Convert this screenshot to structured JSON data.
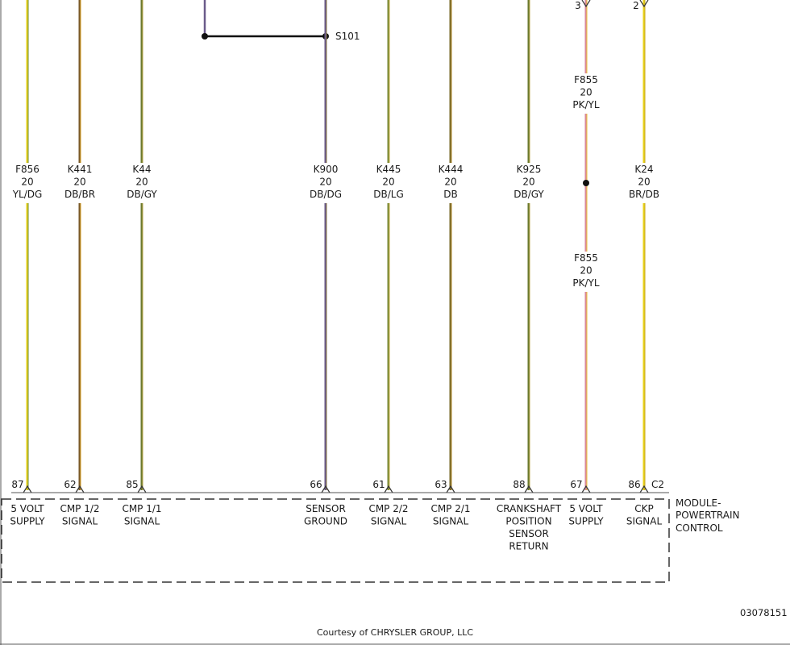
{
  "splice": {
    "label": "S101"
  },
  "wires": [
    {
      "id": "F856",
      "gauge": "20",
      "color_code": "YL/DG",
      "base": "#e8d21a",
      "stripe": "#6b8c3a",
      "pin": "87",
      "func": [
        "5 VOLT",
        "SUPPLY"
      ]
    },
    {
      "id": "K441",
      "gauge": "20",
      "color_code": "DB/BR",
      "base": "#7a5a2a",
      "stripe": "#d9a020",
      "pin": "62",
      "func": [
        "CMP 1/2",
        "SIGNAL"
      ]
    },
    {
      "id": "K44",
      "gauge": "20",
      "color_code": "DB/GY",
      "base": "#6b7a2e",
      "stripe": "#b7a64a",
      "pin": "85",
      "func": [
        "CMP 1/1",
        "SIGNAL"
      ]
    },
    {
      "id": "K900",
      "gauge": "20",
      "color_code": "DB/DG",
      "base": "#6a5a8a",
      "stripe": "#8a7a40",
      "pin": "66",
      "func": [
        "SENSOR",
        "GROUND"
      ]
    },
    {
      "id": "K445",
      "gauge": "20",
      "color_code": "DB/LG",
      "base": "#7a8a3a",
      "stripe": "#c8b040",
      "pin": "61",
      "func": [
        "CMP 2/2",
        "SIGNAL"
      ]
    },
    {
      "id": "K444",
      "gauge": "20",
      "color_code": "DB",
      "base": "#7a6a2a",
      "stripe": "#b08a30",
      "pin": "63",
      "func": [
        "CMP 2/1",
        "SIGNAL"
      ]
    },
    {
      "id": "K925",
      "gauge": "20",
      "color_code": "DB/GY",
      "base": "#6b7a2e",
      "stripe": "#b7a64a",
      "pin": "88",
      "func": [
        "CRANKSHAFT",
        "POSITION",
        "SENSOR",
        "RETURN"
      ]
    },
    {
      "id": "F855",
      "gauge": "20",
      "color_code": "PK/YL",
      "base": "#d9889a",
      "stripe": "#e8c030",
      "pin": "67",
      "func": [
        "5 VOLT",
        "SUPPLY"
      ],
      "top_pin": "3",
      "upper_label": {
        "id": "F855",
        "gauge": "20",
        "color_code": "PK/YL"
      },
      "lower_label": {
        "id": "F855",
        "gauge": "20",
        "color_code": "PK/YL"
      }
    },
    {
      "id": "K24",
      "gauge": "20",
      "color_code": "BR/DB",
      "base": "#e8d21a",
      "stripe": "#c9a820",
      "pin": "86",
      "func": [
        "CKP",
        "SIGNAL"
      ],
      "top_pin": "2"
    }
  ],
  "connector": {
    "label": "C2"
  },
  "module": {
    "name": [
      "MODULE-",
      "POWERTRAIN",
      "CONTROL"
    ]
  },
  "figure_number": "03078151",
  "courtesy": "Courtesy of CHRYSLER GROUP, LLC"
}
